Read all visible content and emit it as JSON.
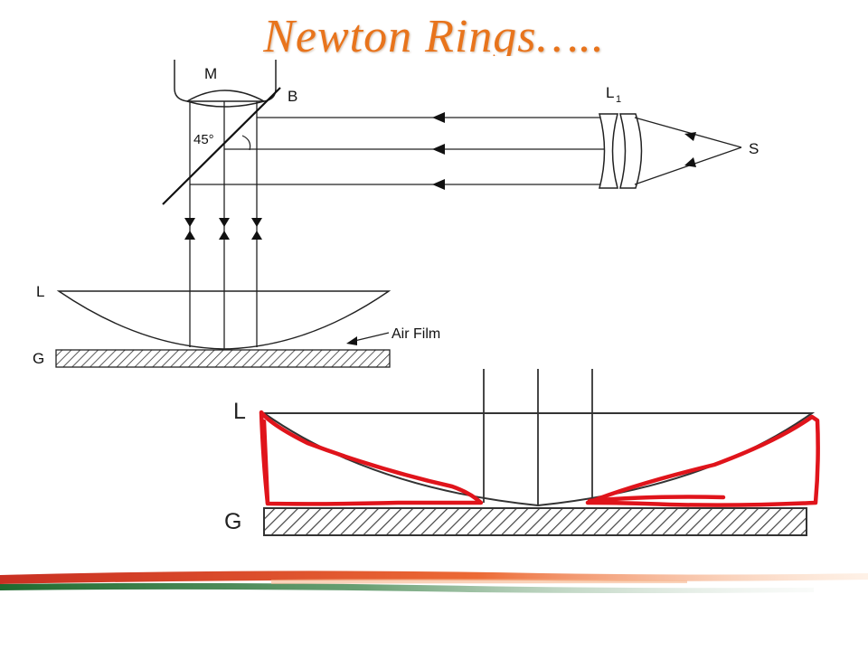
{
  "slide": {
    "title": "Newton Rings…..",
    "title_color": "#e8741c"
  },
  "diagram": {
    "labels": {
      "microscope": "M",
      "beam_splitter": "B",
      "angle": "45°",
      "collimating_lens": "L",
      "collimating_lens_sub": "1",
      "source": "S",
      "lens": "L",
      "glass_plate": "G",
      "air_film": "Air Film"
    }
  },
  "zoom": {
    "labels": {
      "lens": "L",
      "glass_plate": "G"
    },
    "annotation_color": "#e0141b"
  },
  "footer": {
    "stripe_colors": [
      "#d9442a",
      "#f08a3c",
      "#2e7d3a",
      "#b9cbb9"
    ]
  }
}
